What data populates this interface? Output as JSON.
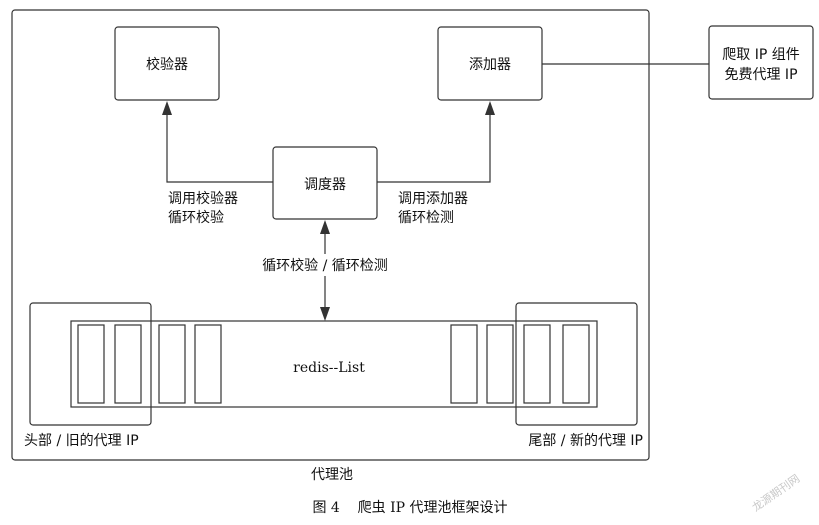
{
  "nodes": {
    "verifier": "校验器",
    "adder": "添加器",
    "scheduler": "调度器",
    "crawler_line1": "爬取 IP 组件",
    "crawler_line2": "免费代理 IP",
    "redis_list": "redis--List"
  },
  "edges": {
    "call_verifier_line1": "调用校验器",
    "call_verifier_line2": "循环校验",
    "call_adder_line1": "调用添加器",
    "call_adder_line2": "循环检测",
    "scheduler_to_pool": "循环校验 / 循环检测"
  },
  "pool": {
    "head_label": "头部 / 旧的代理 IP",
    "tail_label": "尾部 / 新的代理 IP",
    "pool_label": "代理池"
  },
  "caption": "图 4    爬虫 IP 代理池框架设计",
  "watermark": "龙源期刊网"
}
